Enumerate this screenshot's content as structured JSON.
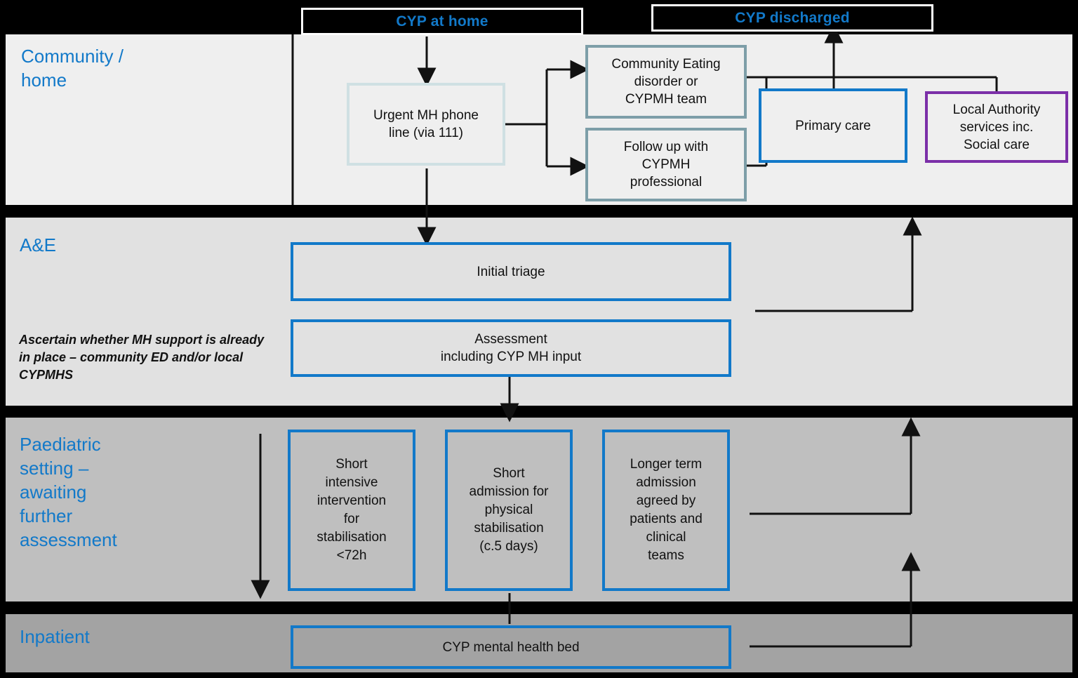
{
  "headers": [
    {
      "id": "cyp-at-home",
      "label": "CYP at home"
    },
    {
      "id": "cyp-discharged",
      "label": "CYP discharged"
    }
  ],
  "colors": {
    "accent_blue": "#1279c9",
    "slate_border": "#7d9ea8",
    "pale_border": "#cfe0e3",
    "purple_border": "#7b2fa8",
    "band_community": "#efefef",
    "band_ae": "#e1e1e1",
    "band_paediatric": "#bfbfbf",
    "band_inpatient": "#a3a3a3",
    "page_background": "#000000",
    "connector": "#111111"
  },
  "bands": {
    "community": {
      "label": "Community /\nhome"
    },
    "ae": {
      "label": "A&E",
      "note": "Ascertain whether MH support is already in place – community ED and/or local CYPMHS"
    },
    "paediatric": {
      "label": "Paediatric setting – awaiting further assessment"
    },
    "inpatient": {
      "label": "Inpatient"
    }
  },
  "boxes": {
    "urgent_phone": {
      "label": "Urgent MH phone line (via 111)",
      "border": "pale"
    },
    "community_ed_team": {
      "label": "Community Eating disorder or CYPMH team",
      "border": "slate"
    },
    "follow_up": {
      "label": "Follow up with CYPMH professional",
      "border": "slate"
    },
    "primary_care": {
      "label": "Primary care",
      "border": "blue"
    },
    "local_authority": {
      "label": "Local Authority services inc. Social care",
      "border": "purple"
    },
    "initial_triage": {
      "label": "Initial triage",
      "border": "blue"
    },
    "assessment": {
      "label": "Assessment including CYP MH input",
      "border": "blue"
    },
    "short_intensive": {
      "label": "Short intensive intervention for stabilisation <72h",
      "border": "blue"
    },
    "short_admission": {
      "label": "Short admission for physical stabilisation (c.5 days)",
      "border": "blue"
    },
    "longer_term": {
      "label": "Longer term admission agreed by patients and clinical teams",
      "border": "blue"
    },
    "cyp_mh_bed": {
      "label": "CYP mental health bed",
      "border": "blue"
    }
  }
}
